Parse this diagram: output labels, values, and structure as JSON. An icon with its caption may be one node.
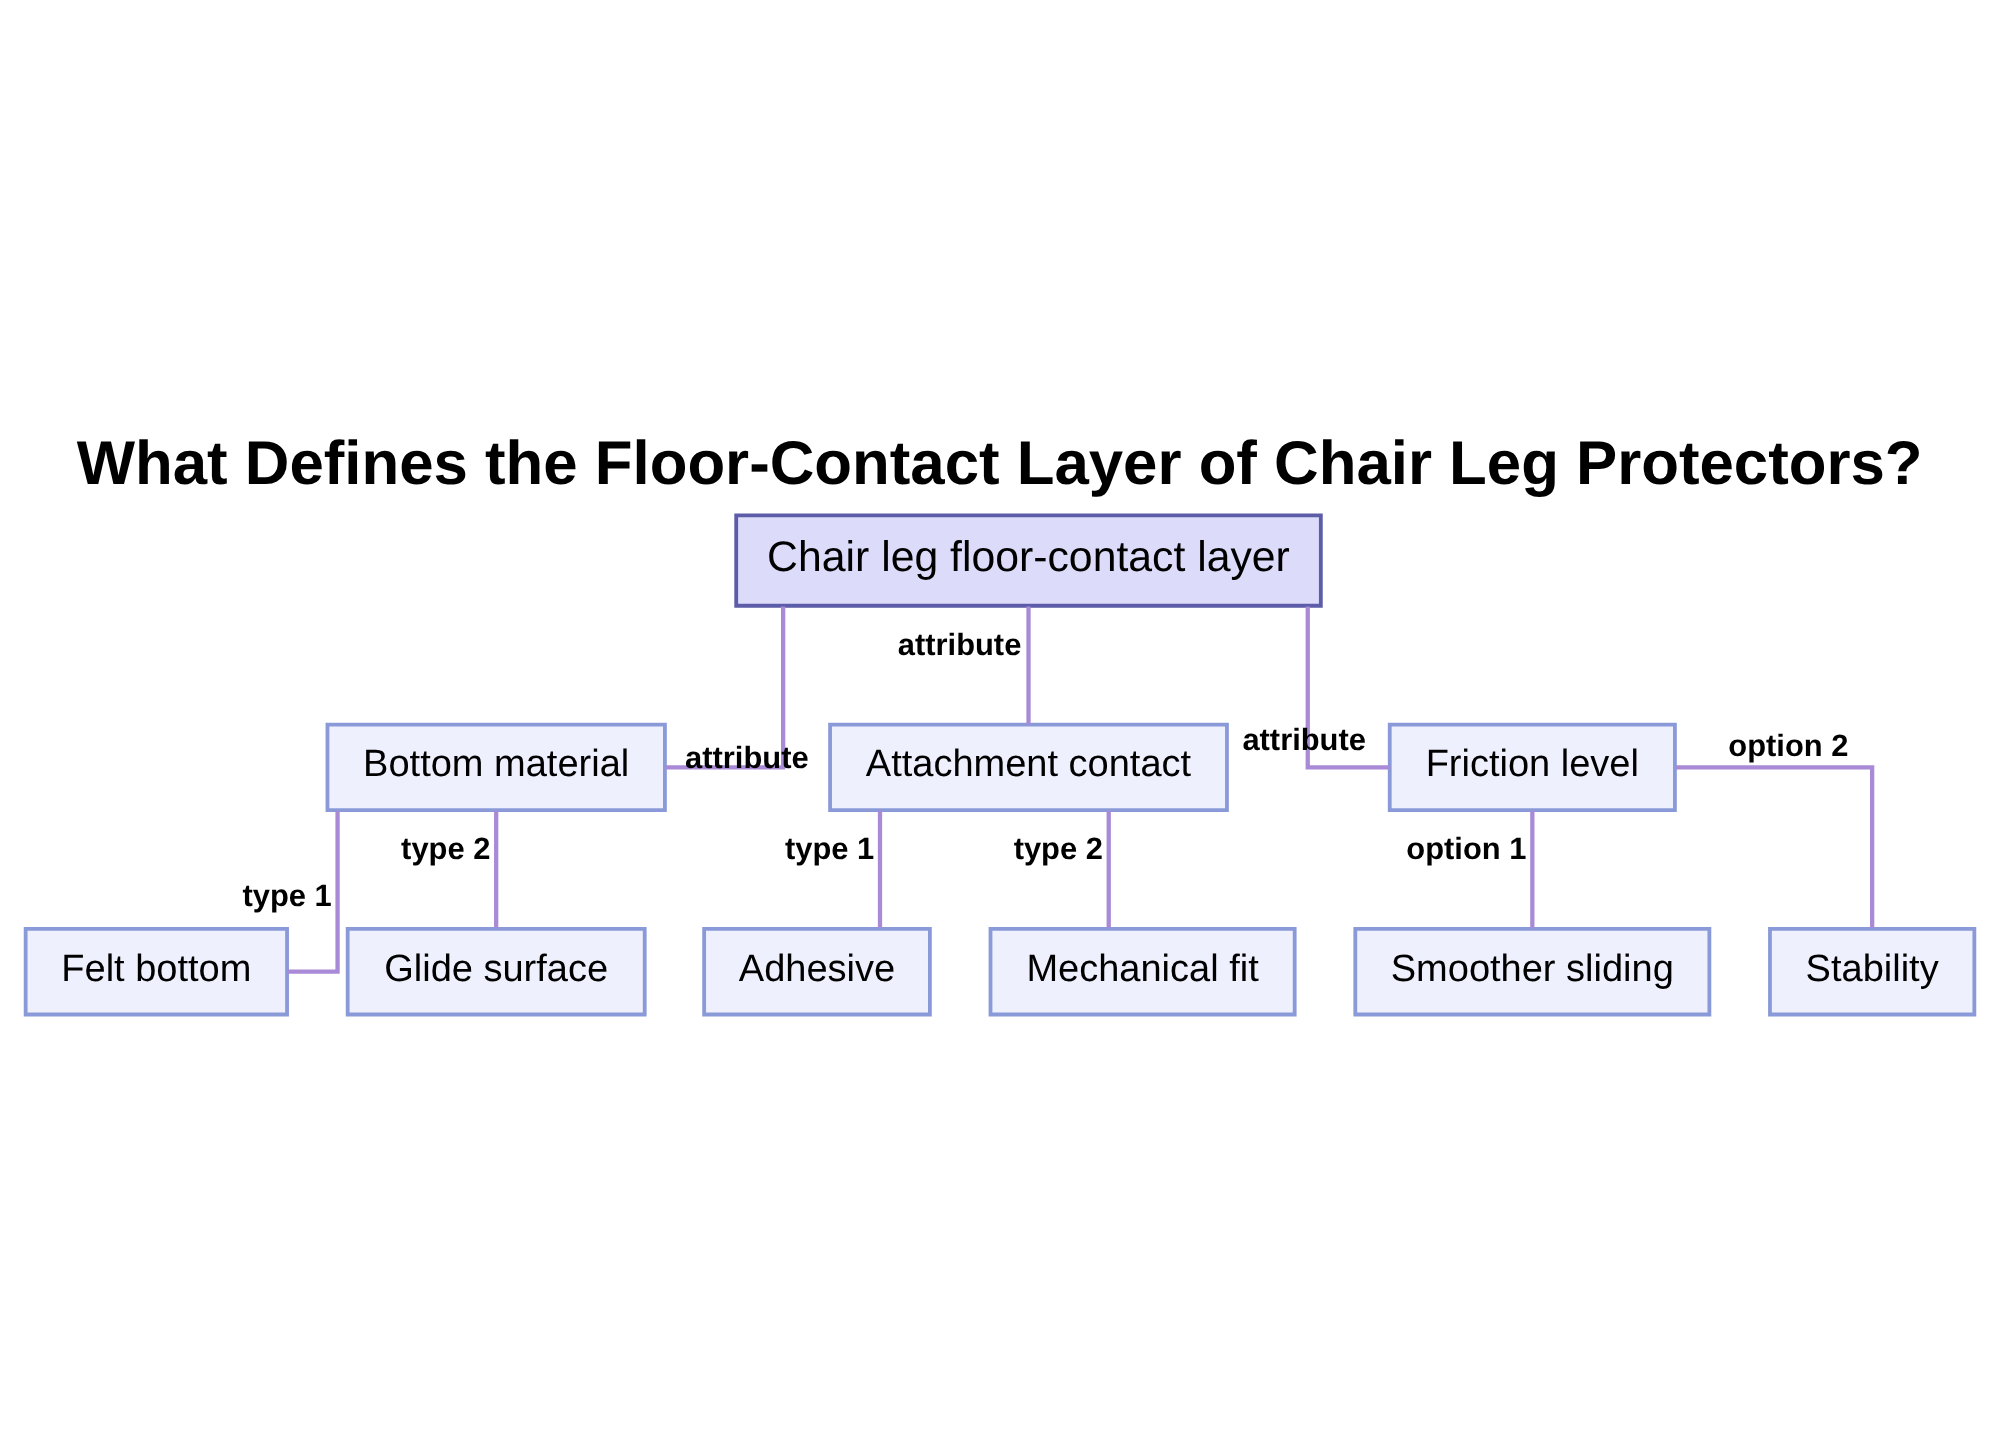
{
  "diagram": {
    "title": "What Defines the Floor-Contact Layer of Chair Leg Protectors?",
    "nodes": [
      {
        "text": [
          "Chair leg floor-contact layer"
        ]
      },
      {
        "text": [
          "Bottom material"
        ]
      },
      {
        "text": [
          "Attachment contact"
        ]
      },
      {
        "text": [
          "Friction level"
        ]
      },
      {
        "text": [
          "Felt bottom"
        ]
      },
      {
        "text": [
          "Glide surface"
        ]
      },
      {
        "text": [
          "Adhesive"
        ]
      },
      {
        "text": [
          "Mechanical fit"
        ]
      },
      {
        "text": [
          "Smoother sliding"
        ]
      },
      {
        "text": [
          "Stability"
        ]
      }
    ],
    "edges": [
      {
        "from": 0,
        "to": 1,
        "arrow": "none",
        "label": "attribute"
      },
      {
        "from": 0,
        "to": 2,
        "arrow": "none",
        "label": "attribute"
      },
      {
        "from": 0,
        "to": 3,
        "arrow": "none",
        "label": "attribute"
      },
      {
        "from": 1,
        "to": 4,
        "arrow": "none",
        "label": "type 1"
      },
      {
        "from": 1,
        "to": 5,
        "arrow": "none",
        "label": "type 2"
      },
      {
        "from": 2,
        "to": 6,
        "arrow": "none",
        "label": "type 1"
      },
      {
        "from": 2,
        "to": 7,
        "arrow": "none",
        "label": "type 2"
      },
      {
        "from": 3,
        "to": 8,
        "arrow": "none",
        "label": "option 1"
      },
      {
        "from": 3,
        "to": 9,
        "arrow": "none",
        "label": "option 2"
      }
    ]
  }
}
